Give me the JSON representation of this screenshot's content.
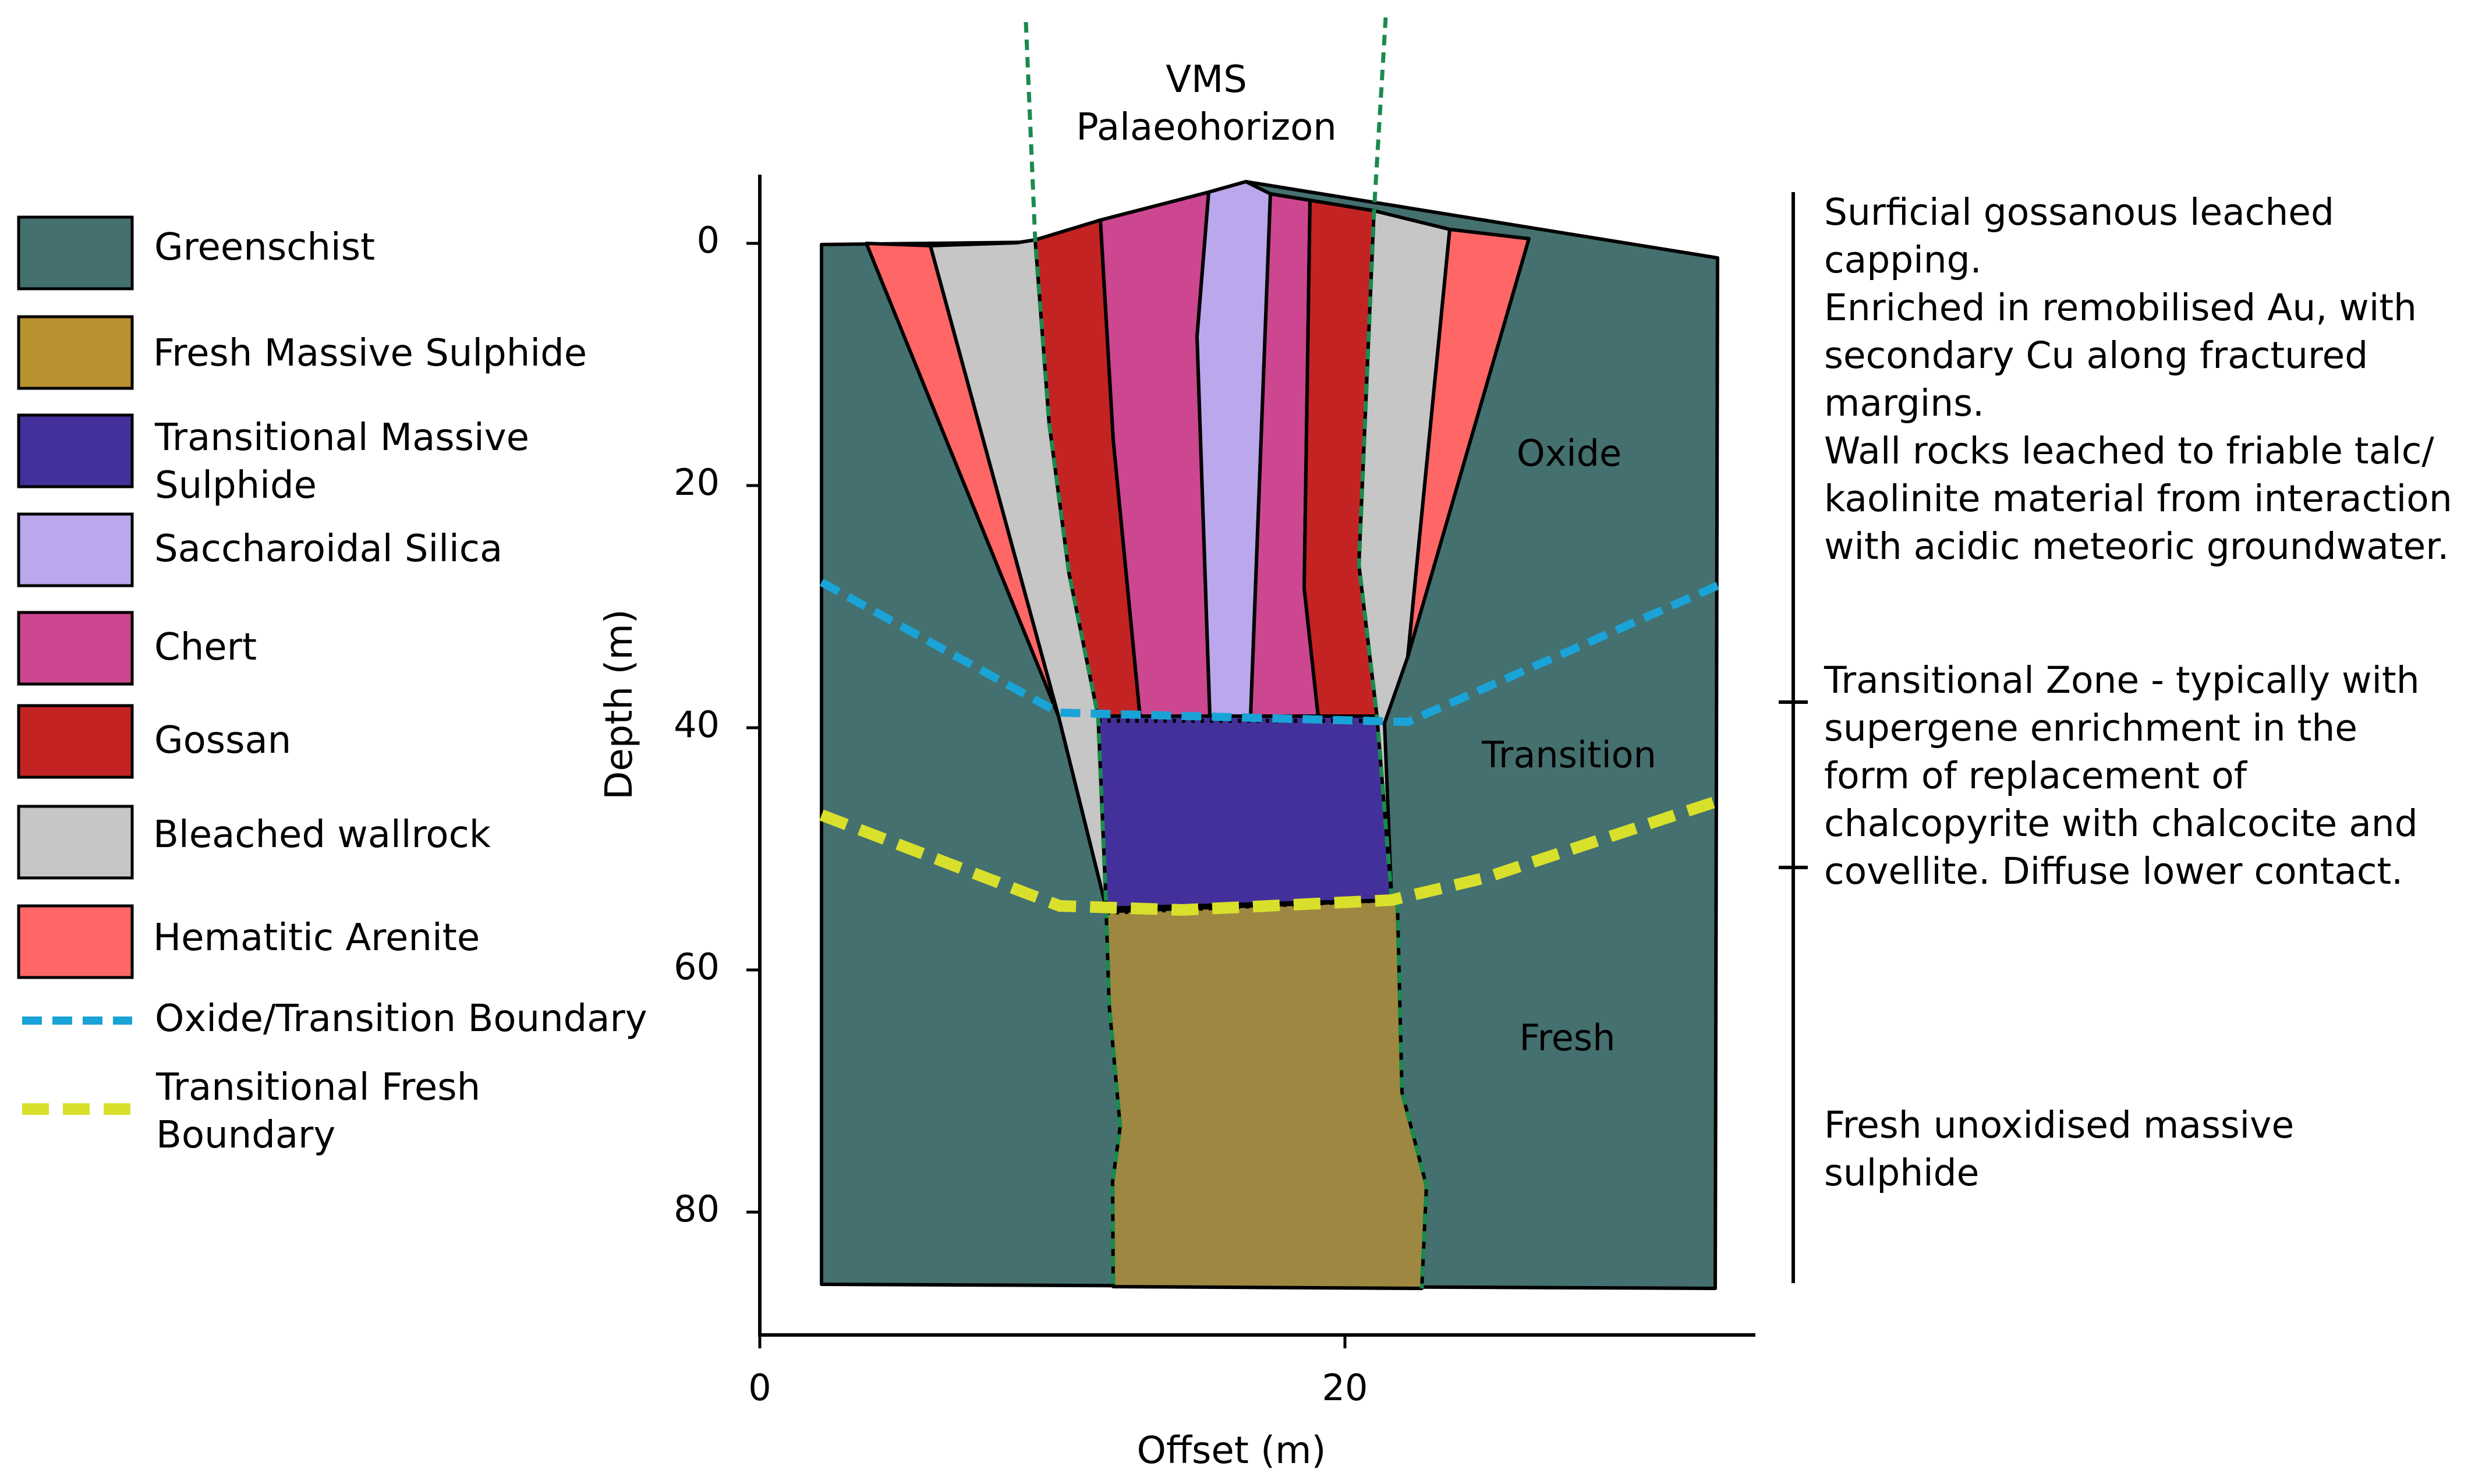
{
  "header": {
    "title_line1": "VMS",
    "title_line2": "Palaeohorizon"
  },
  "axes": {
    "x_label": "Offset (m)",
    "y_label": "Depth (m)",
    "x_ticks": [
      "0",
      "20"
    ],
    "y_ticks": [
      "0",
      "20",
      "40",
      "60",
      "80"
    ]
  },
  "zones": {
    "oxide": "Oxide",
    "transition": "Transition",
    "fresh": "Fresh"
  },
  "legend": {
    "items": [
      {
        "label": "Greenschist",
        "color": "#44706f"
      },
      {
        "label": "Fresh Massive Sulphide",
        "color": "#b8922f"
      },
      {
        "label": "Transitional Massive",
        "label2": "Sulphide",
        "color": "#44309a"
      },
      {
        "label": "Saccharoidal Silica",
        "color": "#baa7ec"
      },
      {
        "label": "Chert",
        "color": "#cc4690"
      },
      {
        "label": "Gossan",
        "color": "#c42323"
      },
      {
        "label": "Bleached wallrock",
        "color": "#c6c6c6"
      },
      {
        "label": "Hematitic Arenite",
        "color": "#ff6666"
      }
    ],
    "lines": [
      {
        "label": "Oxide/Transition Boundary",
        "color": "#1aa3d6"
      },
      {
        "label": "Transitional Fresh",
        "label2": "Boundary",
        "color": "#d8e02c"
      }
    ]
  },
  "colors": {
    "greenschist": "#44706f",
    "fresh_sulphide": "#9e8741",
    "transitional_sulphide": "#44309a",
    "silica": "#baa7ec",
    "chert": "#cc4690",
    "gossan": "#c42323",
    "wallrock": "#c6c6c6",
    "arenite": "#ff6666",
    "oxide_boundary": "#1aa3d6",
    "fresh_boundary": "#d8e02c",
    "palaeohorizon": "#1b8a4e"
  },
  "descriptions": {
    "oxide": [
      "Surficial gossanous leached",
      "capping.",
      "Enriched in remobilised Au, with",
      "secondary Cu along fractured",
      "margins.",
      "Wall rocks leached to friable talc/",
      "kaolinite material from interaction",
      "with acidic meteoric groundwater."
    ],
    "transition": [
      "Transitional Zone - typically with",
      "supergene enrichment in the",
      "form of replacement of",
      "chalcopyrite with chalcocite and",
      "covellite. Diffuse lower contact."
    ],
    "fresh": [
      "Fresh unoxidised massive",
      "sulphide"
    ]
  }
}
